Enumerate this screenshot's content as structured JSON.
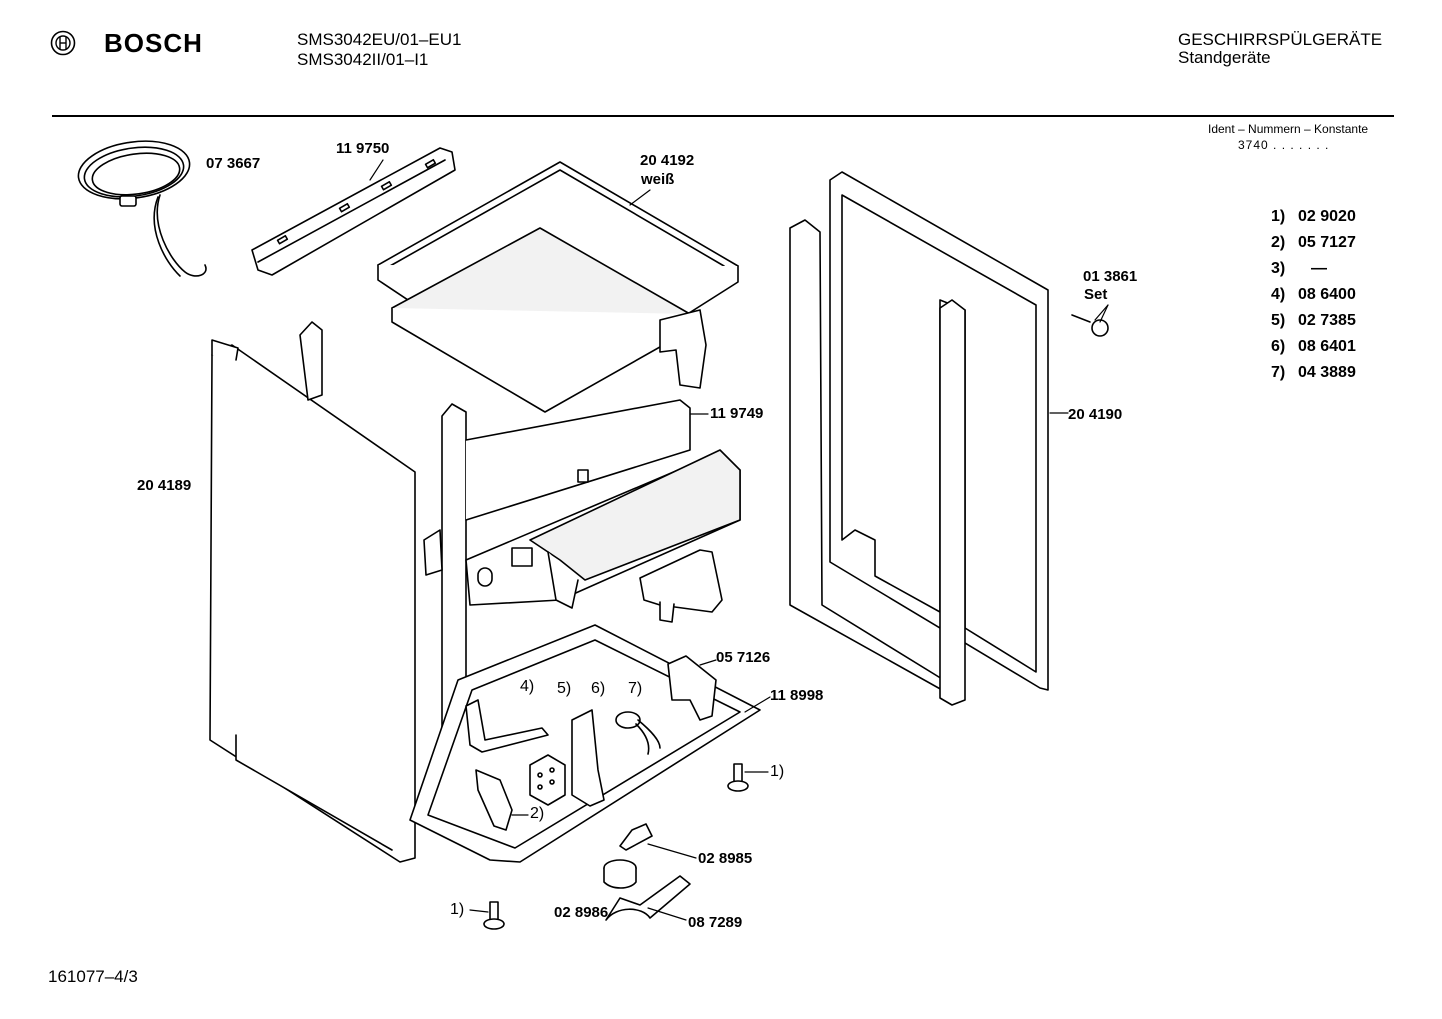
{
  "header": {
    "brand": "BOSCH",
    "model_line_1": "SMS3042EU/01–EU1",
    "model_line_2": "SMS3042II/01–I1",
    "category": "GESCHIRRSPÜLGERÄTE",
    "subcategory": "Standgeräte"
  },
  "ident": {
    "title": "Ident – Nummern – Konstante",
    "value": "3740 . . . . . . ."
  },
  "variants": [
    {
      "key": "1)",
      "value": "02 9020"
    },
    {
      "key": "2)",
      "value": "05 7127"
    },
    {
      "key": "3)",
      "value": "—"
    },
    {
      "key": "4)",
      "value": "08 6400"
    },
    {
      "key": "5)",
      "value": "02 7385"
    },
    {
      "key": "6)",
      "value": "08 6401"
    },
    {
      "key": "7)",
      "value": "04 3889"
    }
  ],
  "parts": {
    "cable": "07 3667",
    "top_rail": "11 9750",
    "top_cover": "20 4192",
    "top_cover_note": "weiß",
    "screw_set": "01 3861",
    "screw_set_note": "Set",
    "rear_bracket": "11 9749",
    "side_panel_right": "20 4190",
    "side_panel_left": "20 4189",
    "bracket_front": "05 7126",
    "base_frame": "11 8998",
    "switch": "02 8985",
    "float": "02 8986",
    "float_holder": "08 7289"
  },
  "callouts": {
    "c4": "4)",
    "c5": "5)",
    "c6": "6)",
    "c7": "7)",
    "c1_right": "1)",
    "c2": "2)",
    "c1_left": "1)"
  },
  "footer": {
    "drawing_no": "161077–4/3"
  }
}
